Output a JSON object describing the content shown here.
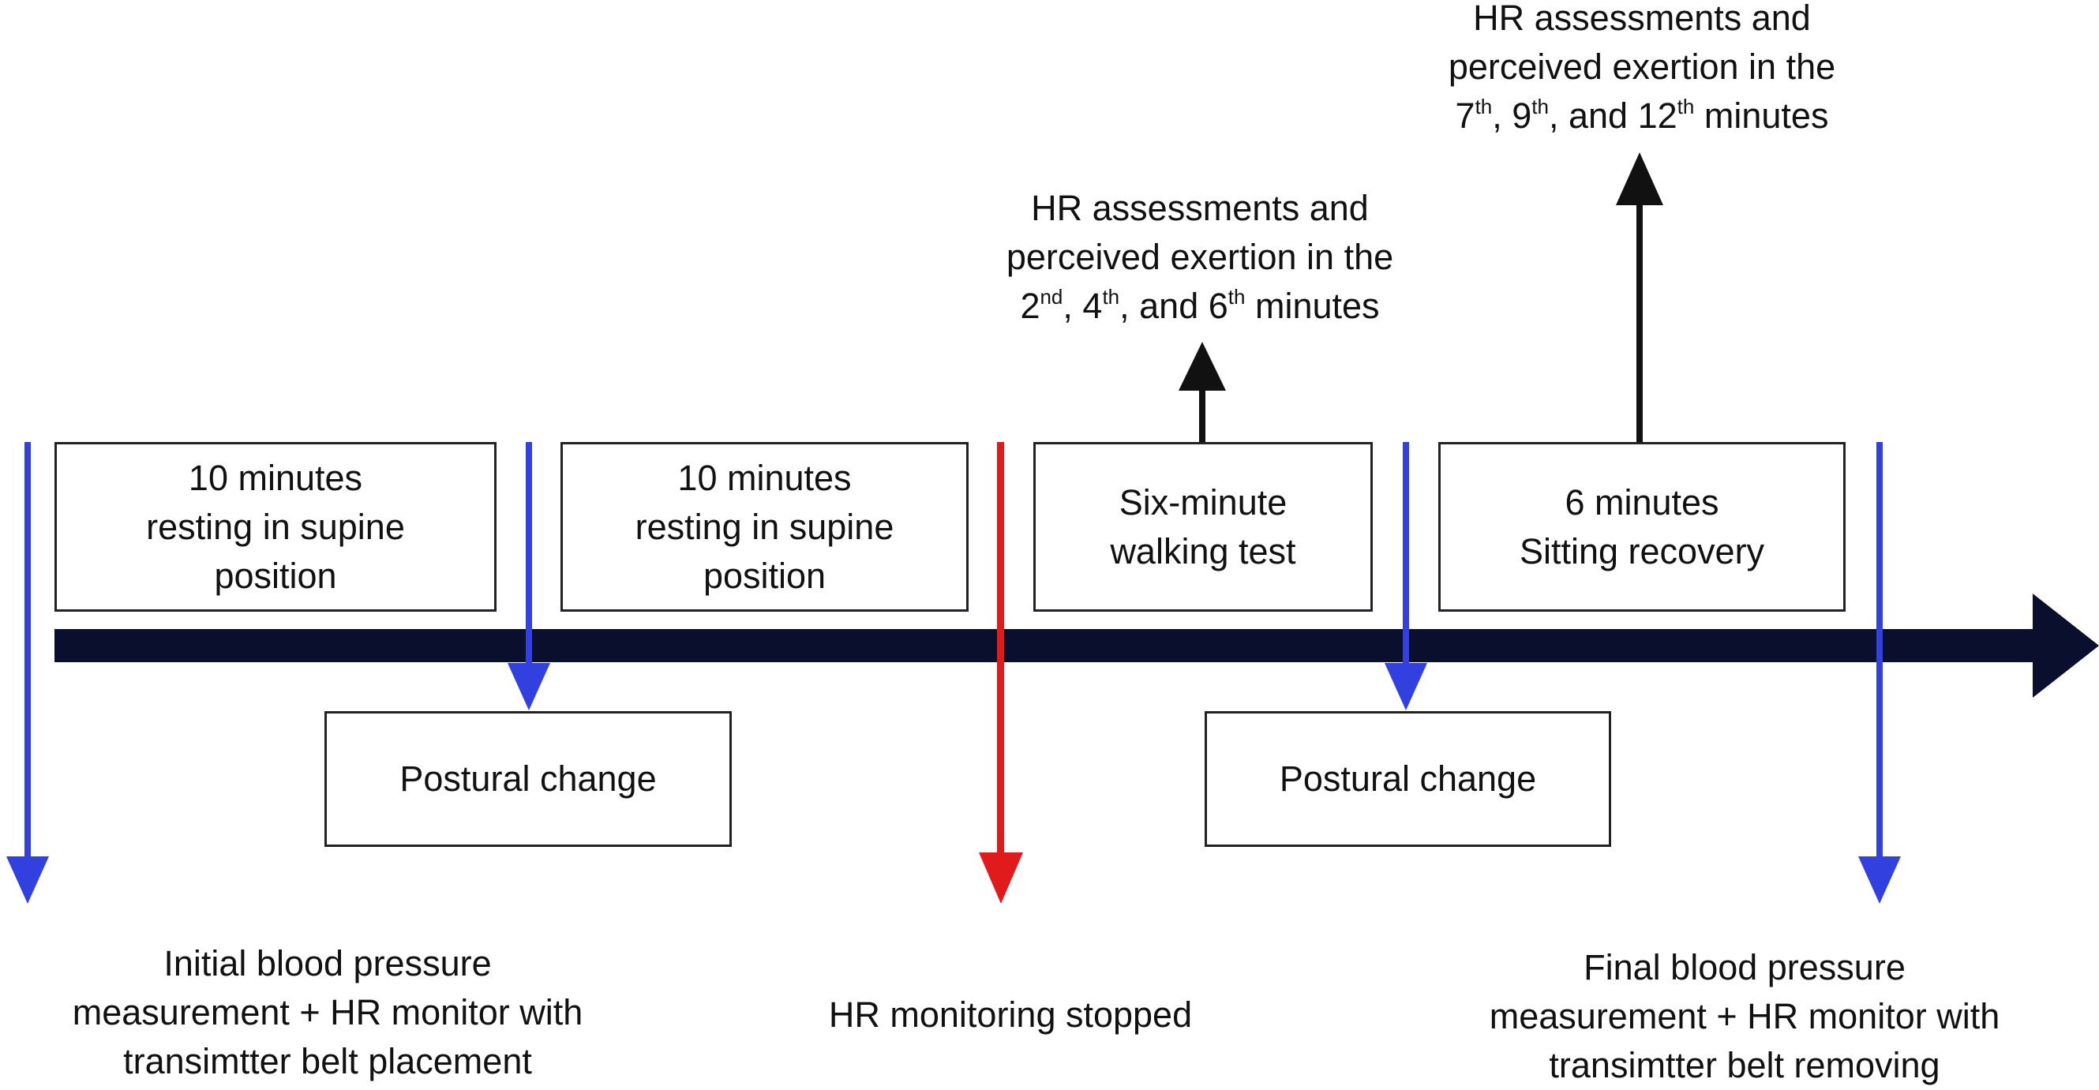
{
  "colors": {
    "timeline": "#0a0f2e",
    "blue_arrow": "#3340e0",
    "red_arrow": "#e11b1b",
    "black_arrow": "#111111",
    "box_border": "#222222"
  },
  "boxes": {
    "rest1": "10 minutes\nresting in supine\nposition",
    "rest2": "10 minutes\nresting in supine\nposition",
    "walk": "Six-minute\nwalking test",
    "recovery": "6 minutes\nSitting recovery",
    "postural1": "Postural change",
    "postural2": "Postural change"
  },
  "labels": {
    "initial": [
      "Initial blood pressure",
      "measurement + HR monitor with",
      "transimtter belt placement"
    ],
    "stopped": "HR monitoring stopped",
    "final": [
      "Final blood pressure",
      "measurement + HR monitor with",
      "transimtter belt removing"
    ],
    "walk_assess": {
      "line1": "HR assessments and",
      "line2": "perceived exertion in the",
      "n1": "2",
      "s1": "nd",
      "n2": "4",
      "s2": "th",
      "n3": "6",
      "s3": "th",
      "and": "and",
      "unit": "minutes"
    },
    "recovery_assess": {
      "line1": "HR assessments and",
      "line2": "perceived exertion in the",
      "n1": "7",
      "s1": "th",
      "n2": "9",
      "s2": "th",
      "n3": "12",
      "s3": "th",
      "and": "and",
      "unit": "minutes"
    }
  }
}
